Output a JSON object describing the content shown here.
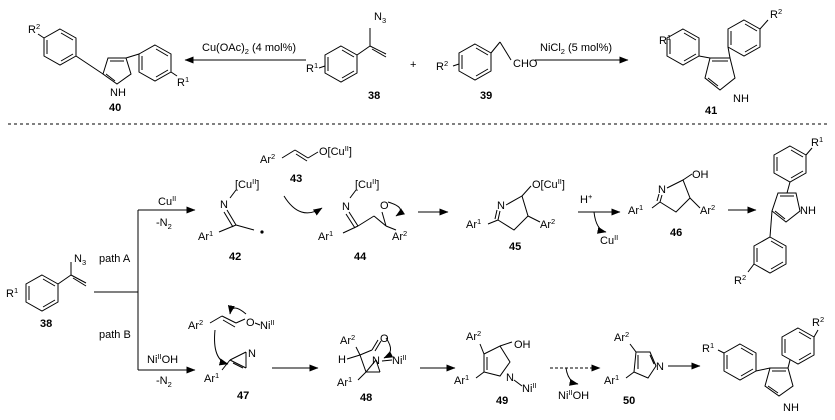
{
  "top": {
    "conditions": {
      "cu": {
        "text": "Cu(OAc)",
        "sub": "2",
        "rest": " (4 mol%)"
      },
      "ni": {
        "text": "NiCl",
        "sub": "2",
        "rest": " (5 mol%)"
      }
    },
    "compounds": {
      "c40": {
        "number": "40",
        "r2": "R",
        "r2sup": "2",
        "r1": "R",
        "r1sup": "1",
        "nh": "NH"
      },
      "c38": {
        "number": "38",
        "r1": "R",
        "r1sup": "1",
        "n3": "N",
        "n3sub": "3"
      },
      "plus": "+",
      "c39": {
        "number": "39",
        "r2": "R",
        "r2sup": "2",
        "cho": "CHO"
      },
      "c41": {
        "number": "41",
        "r1": "R",
        "r1sup": "1",
        "r2": "R",
        "r2sup": "2",
        "nh": "NH"
      }
    }
  },
  "pathA": {
    "label": "path A",
    "reagent": {
      "text": "Cu",
      "sup": "II"
    },
    "loss": {
      "text": "-N",
      "sub": "2"
    },
    "c42": {
      "number": "42",
      "cu": "[Cu",
      "cusup": "II",
      "cuend": "]",
      "n": "N",
      "ar": "Ar",
      "arsup": "1"
    },
    "c43": {
      "number": "43",
      "ar": "Ar",
      "arsup": "2",
      "o": "O[Cu",
      "osup": "II",
      "oend": "]"
    },
    "c44": {
      "number": "44",
      "cu": "[Cu",
      "cusup": "II",
      "cuend": "]",
      "n": "N",
      "o": "O",
      "ar1": "Ar",
      "ar1sup": "1",
      "ar2": "Ar",
      "ar2sup": "2"
    },
    "c45": {
      "number": "45",
      "n": "N",
      "o": "O[Cu",
      "osup": "II",
      "oend": "]",
      "ar1": "Ar",
      "ar1sup": "1",
      "ar2": "Ar",
      "ar2sup": "2"
    },
    "proton": {
      "text": "H",
      "sup": "+"
    },
    "cuout": {
      "text": "Cu",
      "sup": "II"
    },
    "c46": {
      "number": "46",
      "n": "N",
      "oh": "OH",
      "ar1": "Ar",
      "ar1sup": "1",
      "ar2": "Ar",
      "ar2sup": "2"
    },
    "product": {
      "r1": "R",
      "r1sup": "1",
      "r2": "R",
      "r2sup": "2",
      "nh": "NH"
    }
  },
  "start": {
    "number": "38",
    "r1": "R",
    "r1sup": "1",
    "n3": "N",
    "n3sub": "3"
  },
  "pathB": {
    "label": "path B",
    "reagent": {
      "text": "Ni",
      "sup": "II",
      "rest": "OH"
    },
    "loss": {
      "text": "-N",
      "sub": "2"
    },
    "enolate": {
      "ar": "Ar",
      "arsup": "2",
      "o": "O",
      "ni": "Ni",
      "nisup": "II"
    },
    "c47": {
      "number": "47",
      "n": "N",
      "ar": "Ar",
      "arsup": "1"
    },
    "c48": {
      "number": "48",
      "ar2": "Ar",
      "ar2sup": "2",
      "h": "H",
      "ar1": "Ar",
      "ar1sup": "1",
      "n": "N",
      "ni": "Ni",
      "nisup": "II",
      "o": "O"
    },
    "c49": {
      "number": "49",
      "ar2": "Ar",
      "ar2sup": "2",
      "oh": "OH",
      "ar1": "Ar",
      "ar1sup": "1",
      "n": "N",
      "ni": "Ni",
      "nisup": "II"
    },
    "niout": {
      "text": "Ni",
      "sup": "II",
      "rest": "OH"
    },
    "c50": {
      "number": "50",
      "ar2": "Ar",
      "ar2sup": "2",
      "ar1": "Ar",
      "ar1sup": "1",
      "n": "N"
    },
    "product": {
      "r1": "R",
      "r1sup": "1",
      "r2": "R",
      "r2sup": "2",
      "nh": "NH"
    }
  }
}
